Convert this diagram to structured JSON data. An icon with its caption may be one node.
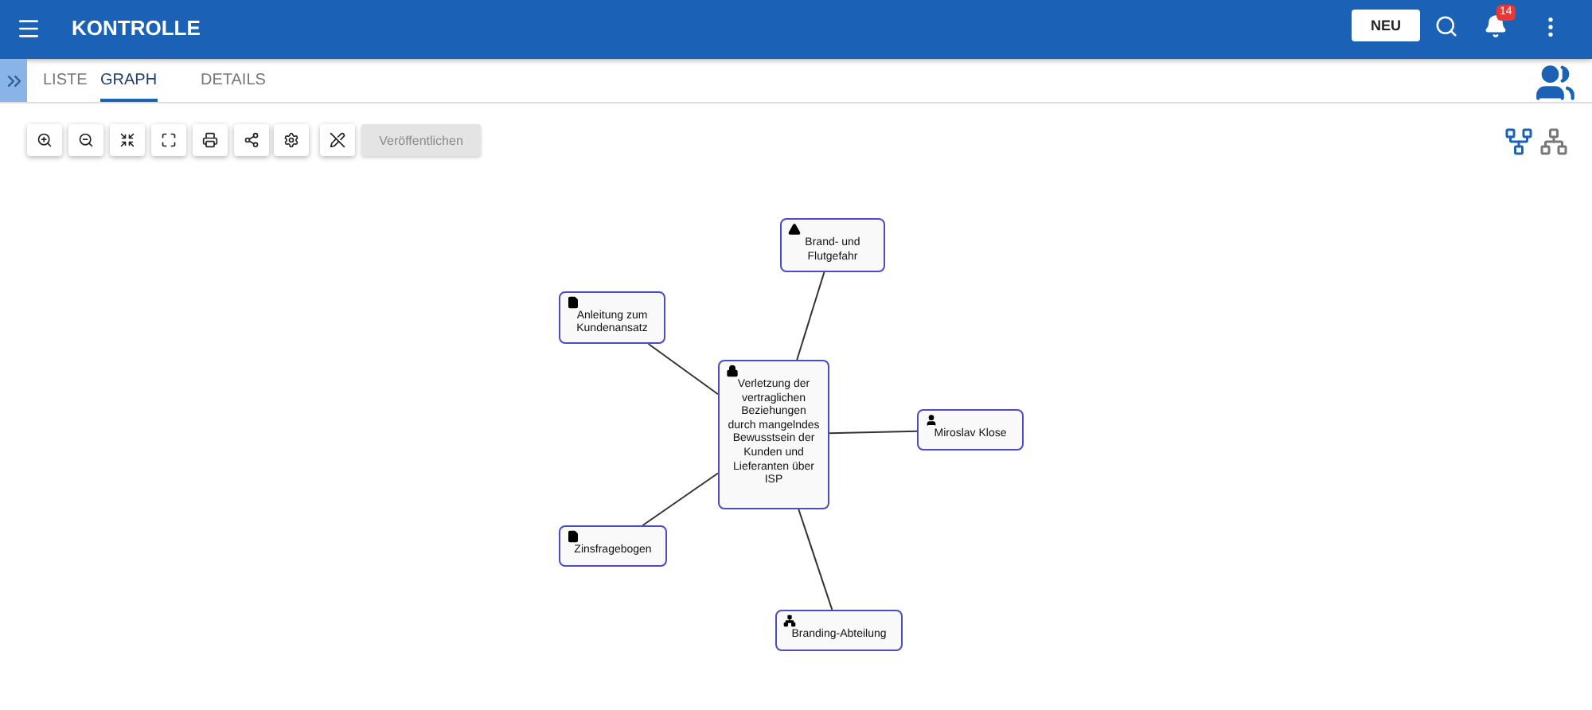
{
  "diagram": {
    "title": "KONTROLLE",
    "nodes": [
      {
        "text": [
          "Verletzung der vertraglichen Beziehungen durch mangelndes Bewusstsein der Kunden und Lieferanten über ISP"
        ]
      },
      {
        "text": [
          "Brand- und Flutgefahr"
        ]
      },
      {
        "text": [
          "Anleitung zum Kundenansatz"
        ]
      },
      {
        "text": [
          "Miroslav Klose"
        ]
      },
      {
        "text": [
          "Zinsfragebogen"
        ]
      },
      {
        "text": [
          "Branding-Abteilung"
        ]
      }
    ],
    "edges": [
      {
        "from": 0,
        "to": 1,
        "arrow": "none"
      },
      {
        "from": 0,
        "to": 2,
        "arrow": "none"
      },
      {
        "from": 0,
        "to": 3,
        "arrow": "none"
      },
      {
        "from": 0,
        "to": 4,
        "arrow": "none"
      },
      {
        "from": 0,
        "to": 5,
        "arrow": "none"
      }
    ],
    "labels": [
      "NEU",
      "14",
      "LISTE",
      "GRAPH",
      "DETAILS",
      "Veröffentlichen"
    ]
  }
}
